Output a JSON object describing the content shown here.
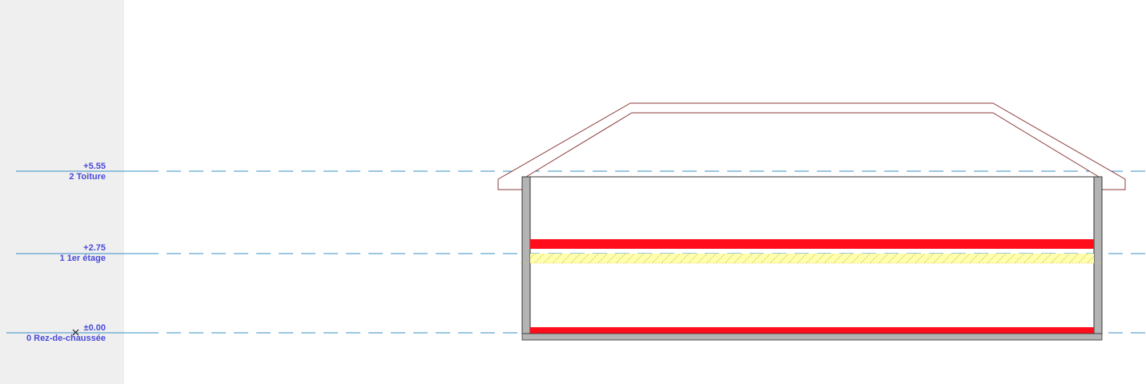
{
  "levels": [
    {
      "elevation": "+5.55",
      "name": "2 Toiture"
    },
    {
      "elevation": "+2.75",
      "name": "1 1er étage"
    },
    {
      "elevation": "±0.00",
      "name": "0 Rez-de-chaussée"
    }
  ],
  "colors": {
    "level_line": "#3a8fc4",
    "level_text": "#4a4ad9",
    "roof_outline": "#8b3a3a",
    "wall_fill": "#b4b4b4",
    "slab_red": "#ff0d1a",
    "insulation_fill": "#ffffb0",
    "background_strip": "#efefef"
  }
}
